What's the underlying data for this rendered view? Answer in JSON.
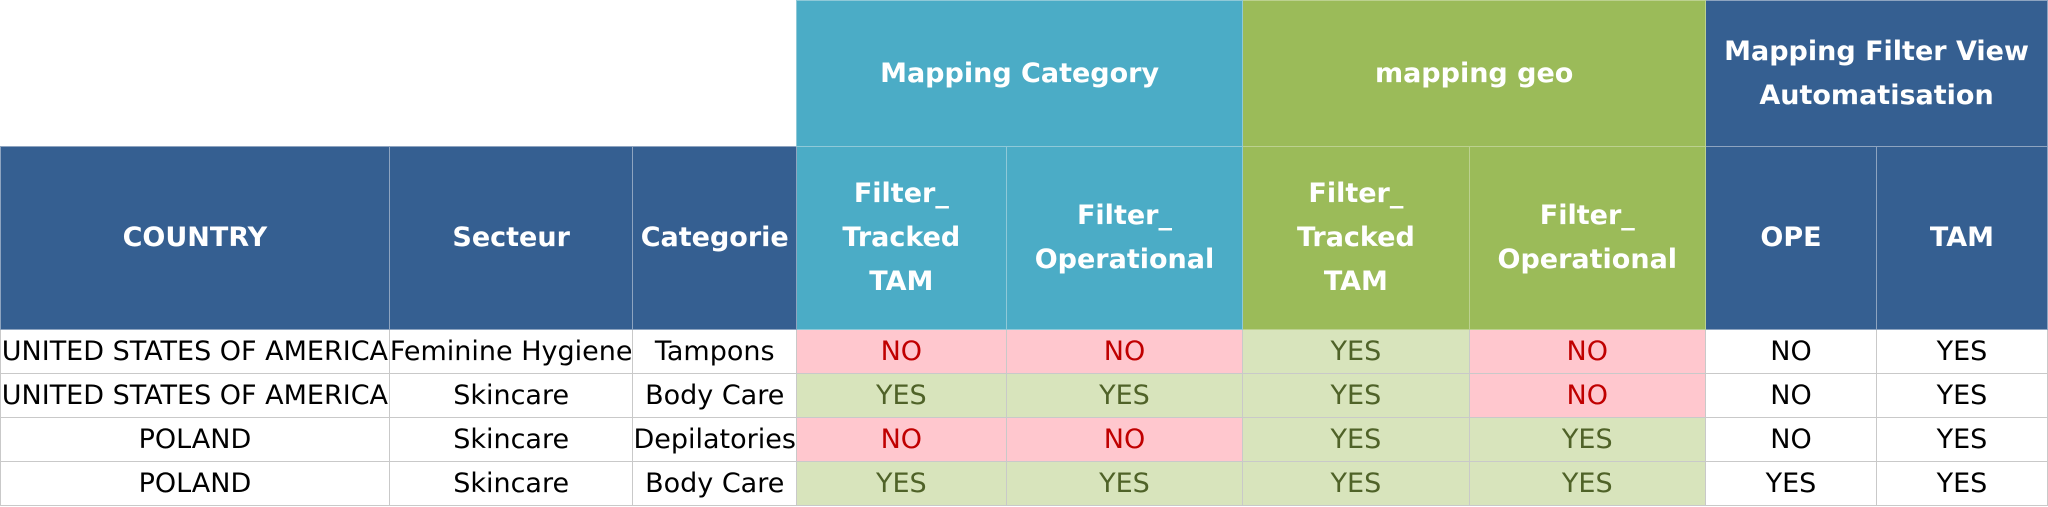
{
  "group_headers": {
    "mapping_category": "Mapping Category",
    "mapping_geo": "mapping geo",
    "mapping_filter_view": "Mapping Filter View Automatisation"
  },
  "column_headers": {
    "country": "COUNTRY",
    "secteur": "Secteur",
    "categorie": "Categorie",
    "cat_tracked_tam": "Filter_ Tracked TAM",
    "cat_operational": "Filter_ Operational",
    "geo_tracked_tam": "Filter_ Tracked TAM",
    "geo_operational": "Filter_ Operational",
    "ope": "OPE",
    "tam": "TAM"
  },
  "colors": {
    "header_blue": "#355f91",
    "header_teal": "#4bacc6",
    "header_green": "#9bbb59",
    "no_fill": "#ffc7ce",
    "no_text": "#c00000",
    "yes_fill": "#d8e4bc",
    "yes_text": "#4f6228"
  },
  "rows": [
    {
      "country": "UNITED STATES OF AMERICA",
      "secteur": "Feminine Hygiene",
      "categorie": "Tampons",
      "cat_tracked_tam": "NO",
      "cat_operational": "NO",
      "geo_tracked_tam": "YES",
      "geo_operational": "NO",
      "ope": "NO",
      "tam": "YES"
    },
    {
      "country": "UNITED STATES OF AMERICA",
      "secteur": "Skincare",
      "categorie": "Body Care",
      "cat_tracked_tam": "YES",
      "cat_operational": "YES",
      "geo_tracked_tam": "YES",
      "geo_operational": "NO",
      "ope": "NO",
      "tam": "YES"
    },
    {
      "country": "POLAND",
      "secteur": "Skincare",
      "categorie": "Depilatories",
      "cat_tracked_tam": "NO",
      "cat_operational": "NO",
      "geo_tracked_tam": "YES",
      "geo_operational": "YES",
      "ope": "NO",
      "tam": "YES"
    },
    {
      "country": "POLAND",
      "secteur": "Skincare",
      "categorie": "Body Care",
      "cat_tracked_tam": "YES",
      "cat_operational": "YES",
      "geo_tracked_tam": "YES",
      "geo_operational": "YES",
      "ope": "YES",
      "tam": "YES"
    }
  ]
}
